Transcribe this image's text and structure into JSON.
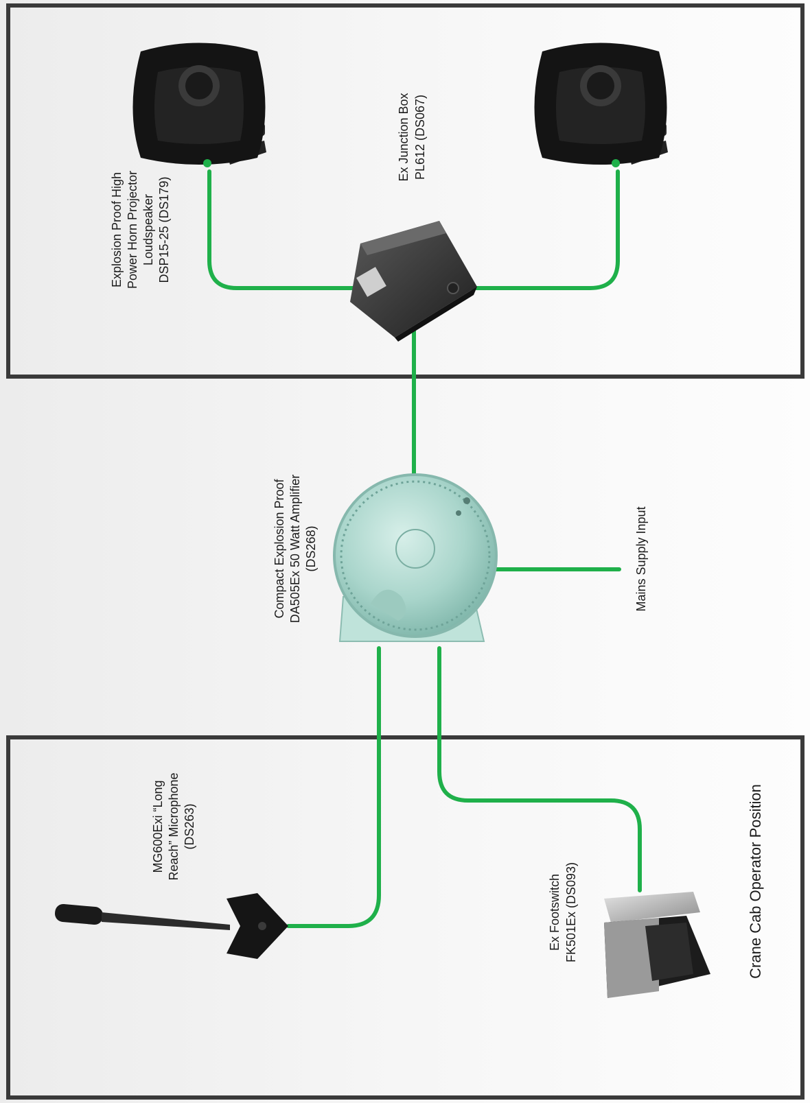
{
  "colors": {
    "cable": "#1fb04a",
    "frame": "#3a3a3a",
    "background": "#f4f4f4"
  },
  "labels": {
    "loudspeaker": [
      "Explosion Proof High",
      "Power Horn Projector",
      "Loudspeaker",
      "DSP15-25 (DS179)"
    ],
    "junction_box": [
      "Ex Junction Box",
      "PL612 (DS067)"
    ],
    "amplifier": [
      "Compact Explosion Proof",
      "DA505Ex 50 Watt Amplifier",
      "(DS268)"
    ],
    "mains": "Mains Supply Input",
    "microphone": [
      "MG600Exi “Long",
      "Reach” Microphone",
      "(DS263)"
    ],
    "footswitch": [
      "Ex Footswitch",
      "FK501Ex (DS093)"
    ],
    "cab_position": "Crane Cab Operator Position"
  },
  "icons": {
    "speaker_left": "horn-loudspeaker-icon",
    "speaker_right": "horn-loudspeaker-icon",
    "junction_box": "junction-box-icon",
    "amplifier": "amplifier-icon",
    "microphone": "microphone-icon",
    "footswitch": "footswitch-icon"
  }
}
